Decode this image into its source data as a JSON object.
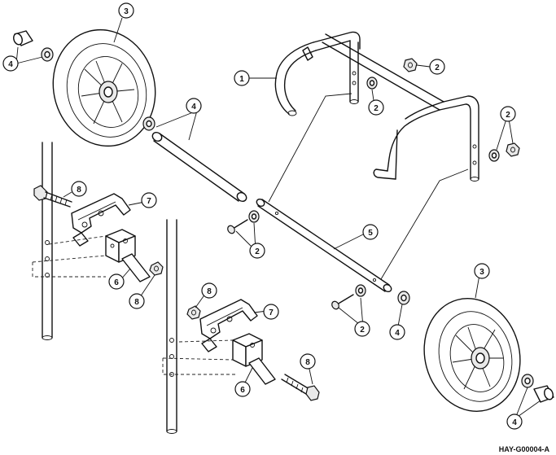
{
  "figure": {
    "reference_code": "HAY-G00004-A",
    "callouts": [
      {
        "id": "c1",
        "label": "1"
      },
      {
        "id": "c2a",
        "label": "2"
      },
      {
        "id": "c2b",
        "label": "2"
      },
      {
        "id": "c2c",
        "label": "2"
      },
      {
        "id": "c2d",
        "label": "2"
      },
      {
        "id": "c2e",
        "label": "2"
      },
      {
        "id": "c3a",
        "label": "3"
      },
      {
        "id": "c3b",
        "label": "3"
      },
      {
        "id": "c4a",
        "label": "4"
      },
      {
        "id": "c4b",
        "label": "4"
      },
      {
        "id": "c4c",
        "label": "4"
      },
      {
        "id": "c4d",
        "label": "4"
      },
      {
        "id": "c5",
        "label": "5"
      },
      {
        "id": "c6a",
        "label": "6"
      },
      {
        "id": "c6b",
        "label": "6"
      },
      {
        "id": "c7a",
        "label": "7"
      },
      {
        "id": "c7b",
        "label": "7"
      },
      {
        "id": "c8a",
        "label": "8"
      },
      {
        "id": "c8b",
        "label": "8"
      },
      {
        "id": "c8c",
        "label": "8"
      },
      {
        "id": "c8d",
        "label": "8"
      }
    ]
  }
}
